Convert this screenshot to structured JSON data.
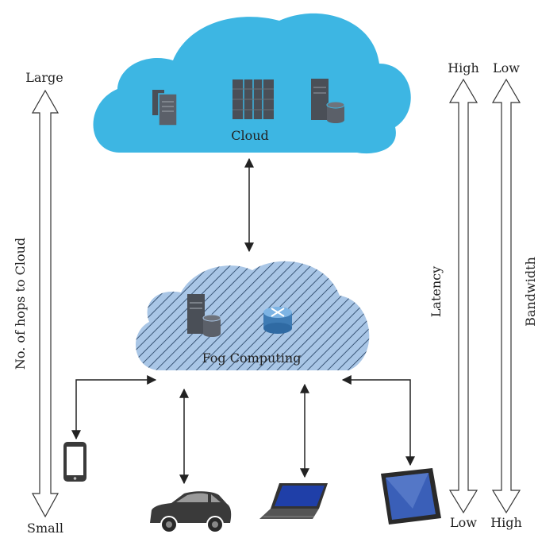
{
  "labels": {
    "hops_top": "Large",
    "hops_bottom": "Small",
    "hops_axis": "No. of hops to Cloud",
    "latency_top": "High",
    "latency_bottom": "Low",
    "latency_axis": "Latency",
    "bandwidth_top": "Low",
    "bandwidth_bottom": "High",
    "bandwidth_axis": "Bandwidth",
    "cloud": "Cloud",
    "fog": "Fog Computing"
  },
  "colors": {
    "cloud_fill": "#3db6e3",
    "fog_fill": "#a9c6e6",
    "fog_hatch": "#1f3b5c",
    "server": "#4a4f57",
    "arrow": "#222222"
  },
  "icons": {
    "cloud_servers": [
      "server-rack-icon",
      "server-tower-icon",
      "database-server-icon"
    ],
    "fog_devices": [
      "database-server-icon",
      "router-icon"
    ],
    "end_devices": [
      "smartphone-icon",
      "car-icon",
      "laptop-icon",
      "tablet-icon"
    ]
  }
}
